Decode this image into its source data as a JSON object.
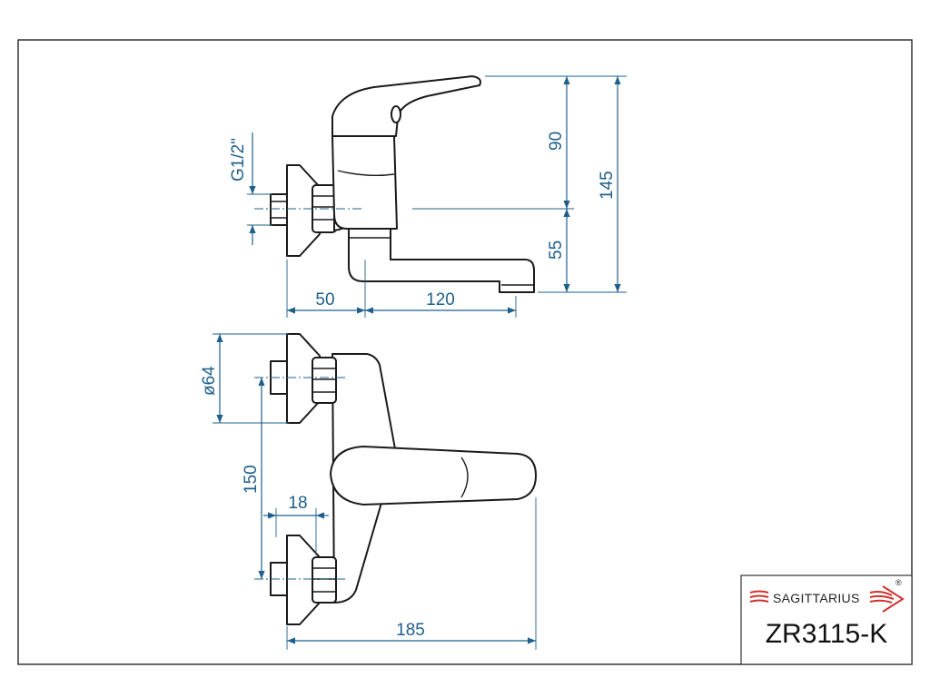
{
  "dimensions": {
    "thread": "G1/2\"",
    "height_handle": "90",
    "height_total": "145",
    "height_spout": "55",
    "offset": "50",
    "spout_reach": "120",
    "rosette_diameter": "ø64",
    "spacing": "150",
    "nut": "18",
    "total_width": "185"
  },
  "title_block": {
    "brand": "SAGITTARIUS",
    "registered": "®",
    "model": "ZR3115-K"
  },
  "colors": {
    "dimension": "#1e5f8c",
    "outline": "#1a1a1a",
    "logo": "#d2322d"
  }
}
